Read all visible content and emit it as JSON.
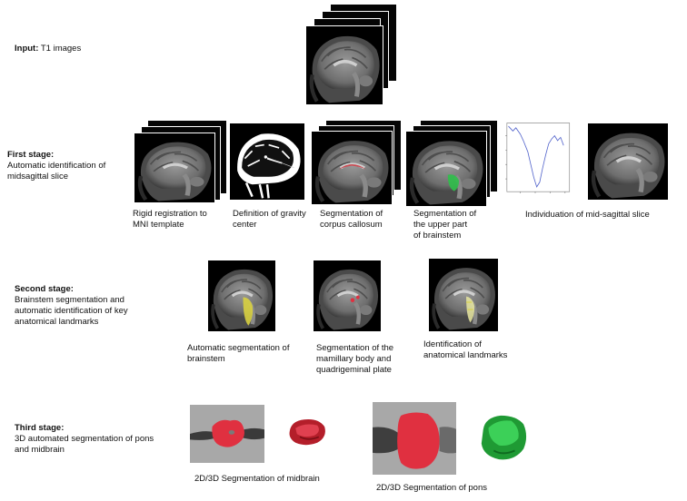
{
  "input": {
    "label_bold": "Input:",
    "label_rest": " T1 images"
  },
  "stages": [
    {
      "title": "First stage:",
      "desc": "Automatic identification of\nmidsagittal slice"
    },
    {
      "title": "Second stage:",
      "desc": "Brainstem segmentation and\nautomatic  identification  of key\nanatomical landmarks"
    },
    {
      "title": "Third stage:",
      "desc": "3D automated segmentation of pons\nand midbrain"
    }
  ],
  "first_stage_captions": [
    "Rigid registration to\nMNI template",
    "Definition of gravity\ncenter",
    "Segmentation of\ncorpus callosum",
    "Segmentation of\nthe upper  part\nof brainstem",
    "Individuation of mid-sagittal slice"
  ],
  "second_stage_captions": [
    "Automatic segmentation of\nbrainstem",
    "Segmentation  of the\nmamillary body and\nquadrigeminal plate",
    "Identification of\nanatomical landmarks"
  ],
  "third_stage_captions": [
    "2D/3D Segmentation of midbrain",
    "2D/3D Segmentation of pons"
  ],
  "colors": {
    "corpus_callosum": "#c8323c",
    "upper_brainstem": "#2fbf4a",
    "brainstem_yellow": "#d8d040",
    "midbrain_red": "#e03040",
    "pons_green": "#28b040",
    "plot_line": "#5566cc"
  }
}
